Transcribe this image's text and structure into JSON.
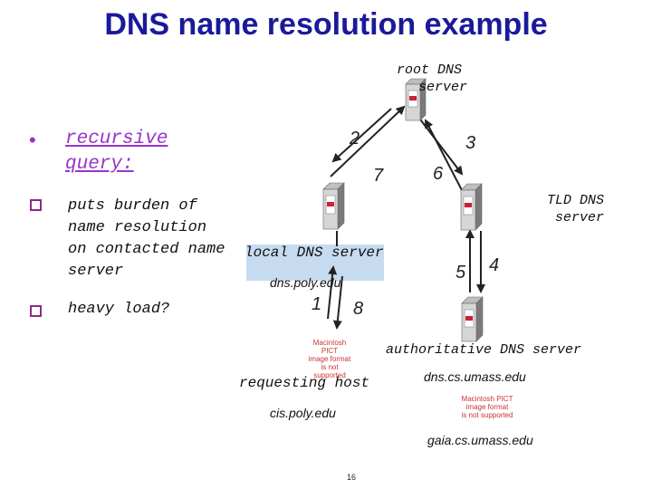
{
  "title": "DNS name resolution example",
  "bullets": {
    "recursive": "recursive\nquery:",
    "puts_burden_line1": "puts burden of",
    "puts_burden_line2": "name resolution",
    "puts_burden_line3": "on contacted name",
    "puts_burden_line4": "server",
    "heavy_load": "heavy load?"
  },
  "servers": {
    "root_line1": "root DNS",
    "root_line2": "server",
    "tld_line1": "TLD DNS",
    "tld_line2": "server",
    "local_label": "local DNS server",
    "local_host": "dns.poly.edu",
    "auth_label": "authoritative DNS server",
    "auth_host": "dns.cs.umass.edu",
    "requesting_label": "requesting host",
    "requesting_host": "cis.poly.edu",
    "gaia_host": "gaia.cs.umass.edu"
  },
  "steps": {
    "s1": "1",
    "s2": "2",
    "s3": "3",
    "s4": "4",
    "s5": "5",
    "s6": "6",
    "s7": "7",
    "s8": "8"
  },
  "pict": {
    "line1": "Macintosh PICT",
    "line2": "image format",
    "line3": "is not supported"
  },
  "page_number": "16"
}
